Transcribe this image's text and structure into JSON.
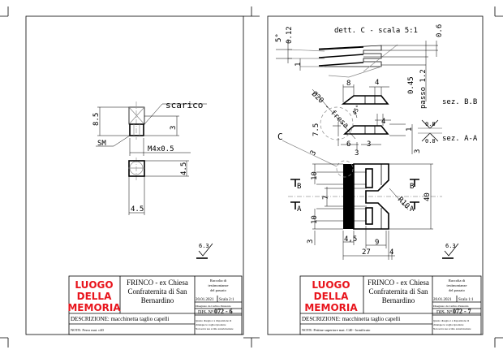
{
  "sheets": [
    {
      "title_block": {
        "logo": [
          "LUOGO",
          "DELLA",
          "MEMORIA"
        ],
        "place": [
          "FRINCO - ex Chiesa",
          "Confraternita di San",
          "Bernardino"
        ],
        "collection": [
          "Raccolta di",
          "testimonianze",
          "del passato"
        ],
        "date": "20.01.2021",
        "scale": "Scala  2:1",
        "drawn_by": "Disegnato da Carlino Panzonia",
        "dis_label": "DIS. N°",
        "dis_number": "072 - 6",
        "description": "DESCRIZIONE: macchinetta taglio capelli",
        "notes": "NOTE: Ferro        mat. c40",
        "copyright": [
          "Questo disegno è a disposizione di",
          "chiunque lo voglia riprodurre",
          "Non serve uso scritto autorizzazione"
        ]
      },
      "labels": {
        "scarico": "scarico",
        "sm": "SM",
        "thread": "M4x0.5",
        "dim_height": "8.5",
        "dim_3": "3",
        "dim_side": "4.5",
        "dim_width": "4.5",
        "roughness": "6.3"
      }
    },
    {
      "title_block": {
        "logo": [
          "LUOGO",
          "DELLA",
          "MEMORIA"
        ],
        "place": [
          "FRINCO - ex Chiesa",
          "Confraternita di San",
          "Bernardino"
        ],
        "collection": [
          "Raccolta di",
          "testimonianze",
          "del passato"
        ],
        "date": "20.01.2021",
        "scale": "Scala  1:1",
        "drawn_by": "Disegnato da Carlino Panzonia",
        "dis_label": "DIS. N°",
        "dis_number": "072 - 7",
        "description": "DESCRIZIONE: macchinetta taglio capelli",
        "notes": "NOTE: Pettine superiore      mat. C40  -  bonificato",
        "copyright": [
          "Questo disegno è a disposizione di",
          "chiunque lo voglia riprodurre",
          "Non serve uso scritto autorizzazione"
        ]
      },
      "labels": {
        "detail_title": "dett. C - scala 5:1",
        "angle": "5°",
        "d012": "0.12",
        "d1": "1",
        "d06": "0.6",
        "d045": "0.45",
        "pitch": "passo 1.2",
        "sez_bb": "sez. B.B",
        "sez_aa": "sez. A-A",
        "d8": "8",
        "d4a": "4",
        "d4b": "4",
        "cutter": "Ø20 - fresa",
        "angle45": "45°",
        "d75": "7.5",
        "d6": "6",
        "d3a": "3",
        "d3b": "3",
        "d3c": "3",
        "d3d": "3",
        "d1b": "1",
        "r08a": "0.8",
        "r08b": "0.8",
        "c": "C",
        "d10a": "10",
        "d10b": "10",
        "d7": "7",
        "d3e": "3",
        "b": "B",
        "a": "A",
        "r10": "R10",
        "d40": "40",
        "d45": "4,5",
        "d9": "9",
        "d27": "27",
        "d4c": "4",
        "roughness": "6.3"
      }
    }
  ]
}
